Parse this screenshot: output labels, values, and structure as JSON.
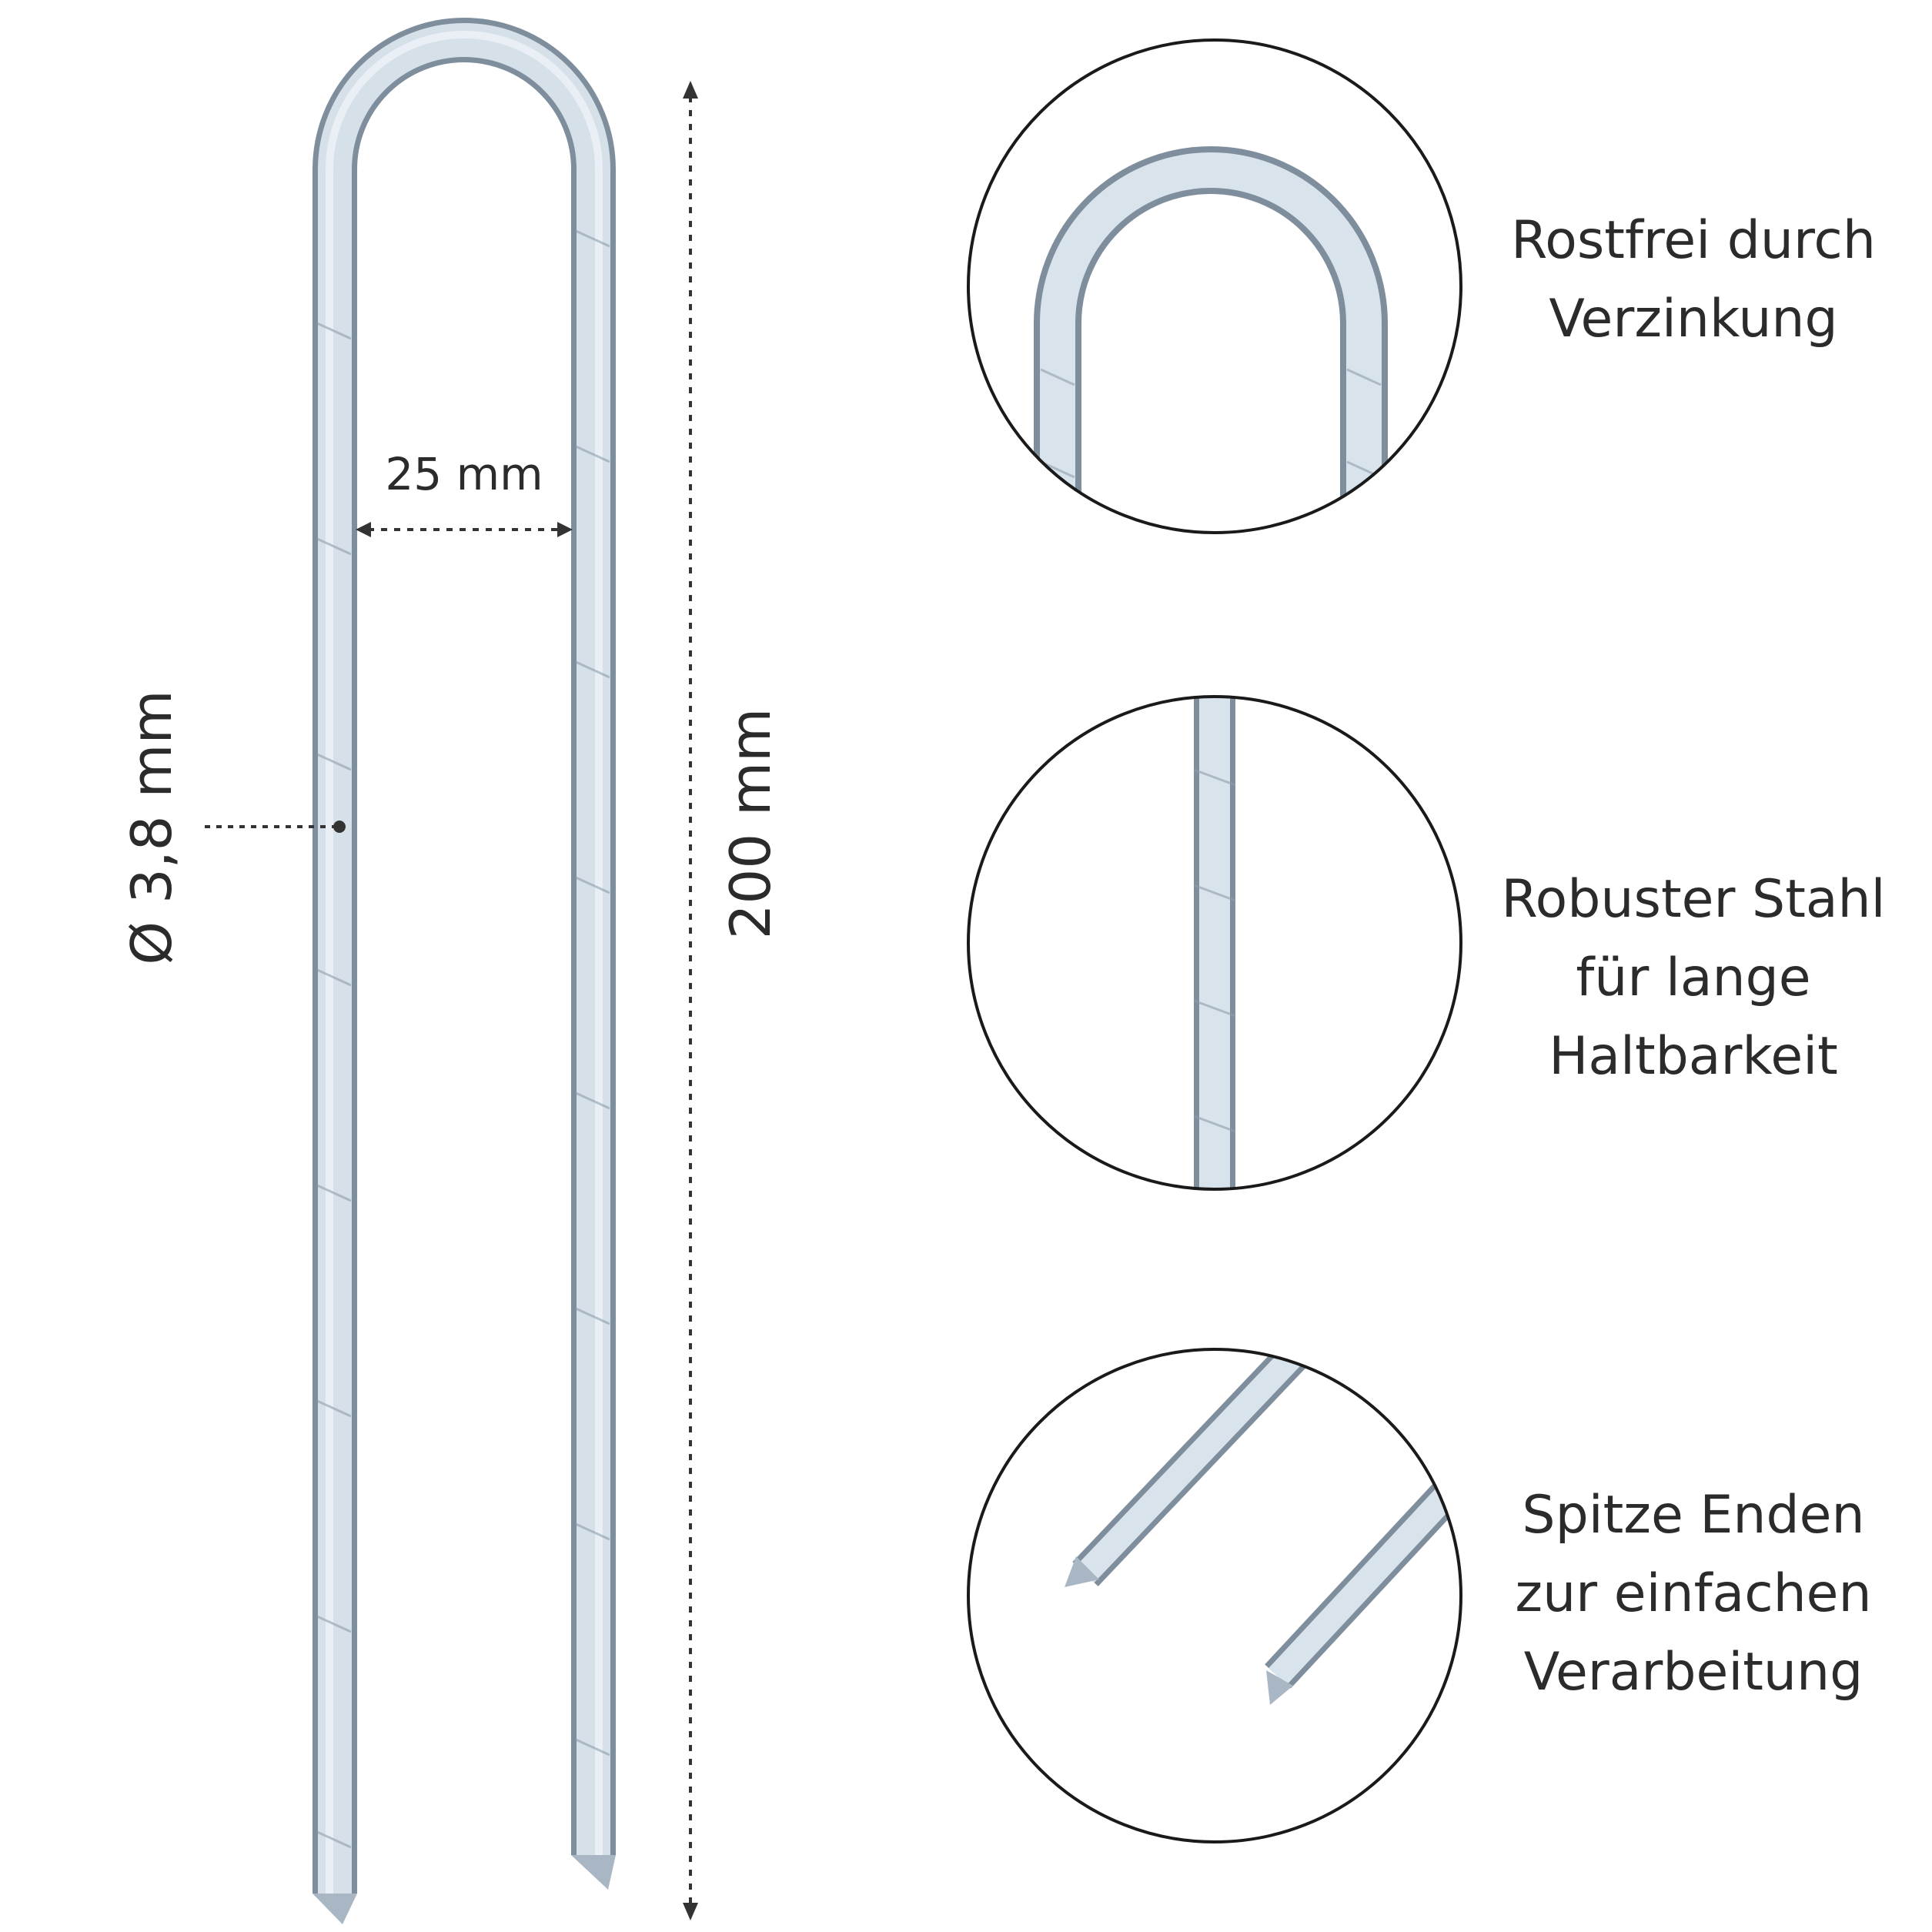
{
  "dimensions": {
    "width_label": "25 mm",
    "length_label": "200 mm",
    "diameter_label": "Ø 3,8 mm"
  },
  "features": [
    {
      "lines": [
        "Rostfrei durch",
        "Verzinkung"
      ]
    },
    {
      "lines": [
        "Robuster Stahl",
        "für lange",
        "Haltbarkeit"
      ]
    },
    {
      "lines": [
        "Spitze Enden",
        "zur einfachen",
        "Verarbeitung"
      ]
    }
  ],
  "colors": {
    "metal_light": "#dde6ee",
    "metal_mid": "#b9c7d4",
    "metal_dark": "#8e9dab",
    "text": "#2b2b2b",
    "circle_stroke": "#1a1a1a"
  }
}
